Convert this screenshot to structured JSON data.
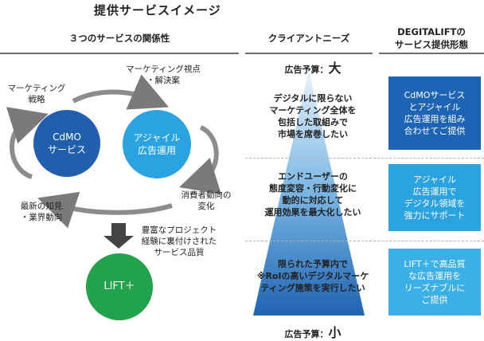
{
  "title": "提供サービスイメージ",
  "headers": {
    "relation": "３つのサービスの関係性",
    "needs": "クライアントニーズ",
    "forms_line1": "DEGITALIFTの",
    "forms_line2": "サービス提供形態"
  },
  "circles": {
    "cdmo_line1": "CdMO",
    "cdmo_line2": "サービス",
    "agile_line1": "アジャイル",
    "agile_line2": "広告運用",
    "lift": "LIFT＋"
  },
  "cycle_labels": {
    "marketing_strategy_1": "マーケティング",
    "marketing_strategy_2": "戦略",
    "viewpoint_1": "マーケティング視点",
    "viewpoint_2": "・解決案",
    "consumer_1": "消費者動向の",
    "consumer_2": "変化",
    "knowledge_1": "最新の知見",
    "knowledge_2": "・業界動向",
    "project_1": "豊富なプロジェクト",
    "project_2": "経験に裏付けされた",
    "project_3": "サービス品質"
  },
  "budget": {
    "top_label": "広告予算：",
    "top_value": "大",
    "bottom_label": "広告予算：",
    "bottom_value": "小"
  },
  "needs": [
    {
      "l1": "デジタルに限らない",
      "l2": "マーケティング全体を",
      "l3": "包括した取組みで",
      "l4": "市場を席巻したい"
    },
    {
      "l1": "エンドユーザーの",
      "l2": "態度変容・行動変化に",
      "l3": "動的に対応して",
      "l4": "運用効果を最大化したい"
    },
    {
      "l1": "限られた予算内で",
      "l2": "※RoIの高いデジタルマーケ",
      "l3": "ティング施策を実行したい",
      "l4": ""
    }
  ],
  "forms": [
    {
      "l1": "CdMOサービス",
      "l2": "とアジャイル",
      "l3": "広告運用を組み",
      "l4": "合わせてご提供"
    },
    {
      "l1": "アジャイル",
      "l2": "広告運用で",
      "l3": "デジタル領域を",
      "l4": "強力にサポート"
    },
    {
      "l1": "LIFT＋で高品質",
      "l2": "な広告運用を",
      "l3": "リーズナブルに",
      "l4": "ご提供"
    }
  ],
  "colors": {
    "navy_circle": "#1f5fae",
    "light_blue_circle": "#2aa3e0",
    "green_circle": "#22a24a",
    "box1": "#1e64b4",
    "box2": "#2aa3e0",
    "box3": "#3ab0e6"
  }
}
